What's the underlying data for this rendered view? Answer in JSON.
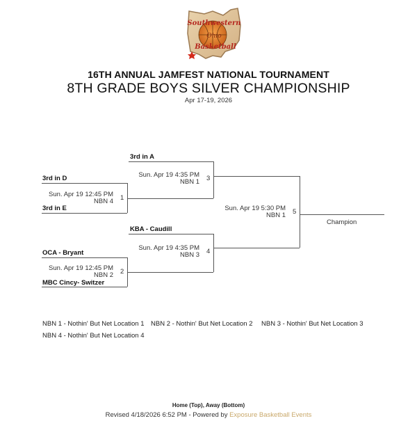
{
  "header": {
    "logo_text": [
      "Southwestern",
      "Ohio",
      "Basketball"
    ],
    "tournament_name": "16TH ANNUAL JAMFEST NATIONAL TOURNAMENT",
    "division_title": "8TH GRADE BOYS SILVER CHAMPIONSHIP",
    "dates": "Apr 17-19, 2026"
  },
  "bracket": {
    "games": [
      {
        "number": "1",
        "date": "Sun. Apr 19 12:45 PM",
        "location": "NBN 4",
        "home": "3rd in D",
        "away": "3rd in E"
      },
      {
        "number": "2",
        "date": "Sun. Apr 19 12:45 PM",
        "location": "NBN 2",
        "home": "OCA - Bryant",
        "away": "MBC Cincy- Switzer"
      },
      {
        "number": "3",
        "date": "Sun. Apr 19 4:35 PM",
        "location": "NBN 1",
        "home": "3rd in A",
        "away": ""
      },
      {
        "number": "4",
        "date": "Sun. Apr 19 4:35 PM",
        "location": "NBN 3",
        "home": "KBA - Caudill",
        "away": ""
      },
      {
        "number": "5",
        "date": "Sun. Apr 19 5:30 PM",
        "location": "NBN 1",
        "home": "",
        "away": ""
      }
    ],
    "champion_label": "Champion"
  },
  "locations": [
    "NBN 1 - Nothin' But Net Location 1",
    "NBN 2 - Nothin' But Net Location 2",
    "NBN 3 - Nothin' But Net Location 3",
    "NBN 4 - Nothin' But Net Location 4"
  ],
  "footer": {
    "home_away_note": "Home (Top), Away (Bottom)",
    "revised_text": "Revised 4/18/2026 6:52 PM - Powered by",
    "powered_by_link": "Exposure Basketball Events",
    "link_color": "#c9a86a"
  }
}
